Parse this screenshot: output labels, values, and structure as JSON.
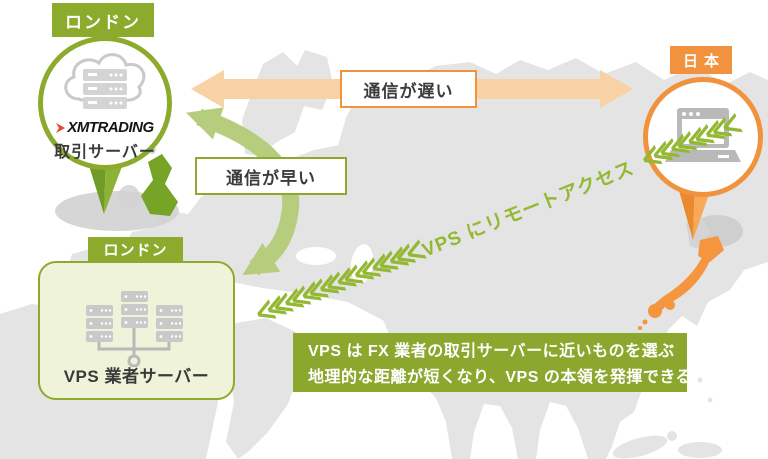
{
  "markers": {
    "xm_server": {
      "tab": "ロンドン",
      "logo": "XMTRADING",
      "label": "取引サーバー"
    },
    "japan_user": {
      "tab": "日本"
    },
    "vps_server": {
      "tab": "ロンドン",
      "label": "VPS 業者サーバー"
    }
  },
  "arrows": {
    "slow": {
      "label": "通信が遅い"
    },
    "fast": {
      "label": "通信が早い"
    },
    "remote_access": {
      "label": "VPS にリモートアクセス",
      "chevrons_left": "≪≪≪≪≪≪≪≪≪",
      "chevrons_right": "≪≪≪≪≪"
    }
  },
  "info_box": {
    "line1": "VPS は FX 業者の取引サーバーに近いものを選ぶ",
    "line2": "地理的な距離が短くなり、VPS の本領を発揮できる"
  },
  "colors": {
    "green": "#8cab2d",
    "light_green_fill": "#eef3da",
    "light_green_arrow": "#b7cd7e",
    "orange": "#f0923e",
    "light_orange_arrow": "#f8d1a4",
    "map_gray": "#e4e4e4",
    "chevron_green": "#93b832",
    "info_green": "#8ba72d",
    "logo_red": "#e8432b",
    "uk_highlight": "#76a427",
    "japan_highlight": "#f5953e"
  }
}
